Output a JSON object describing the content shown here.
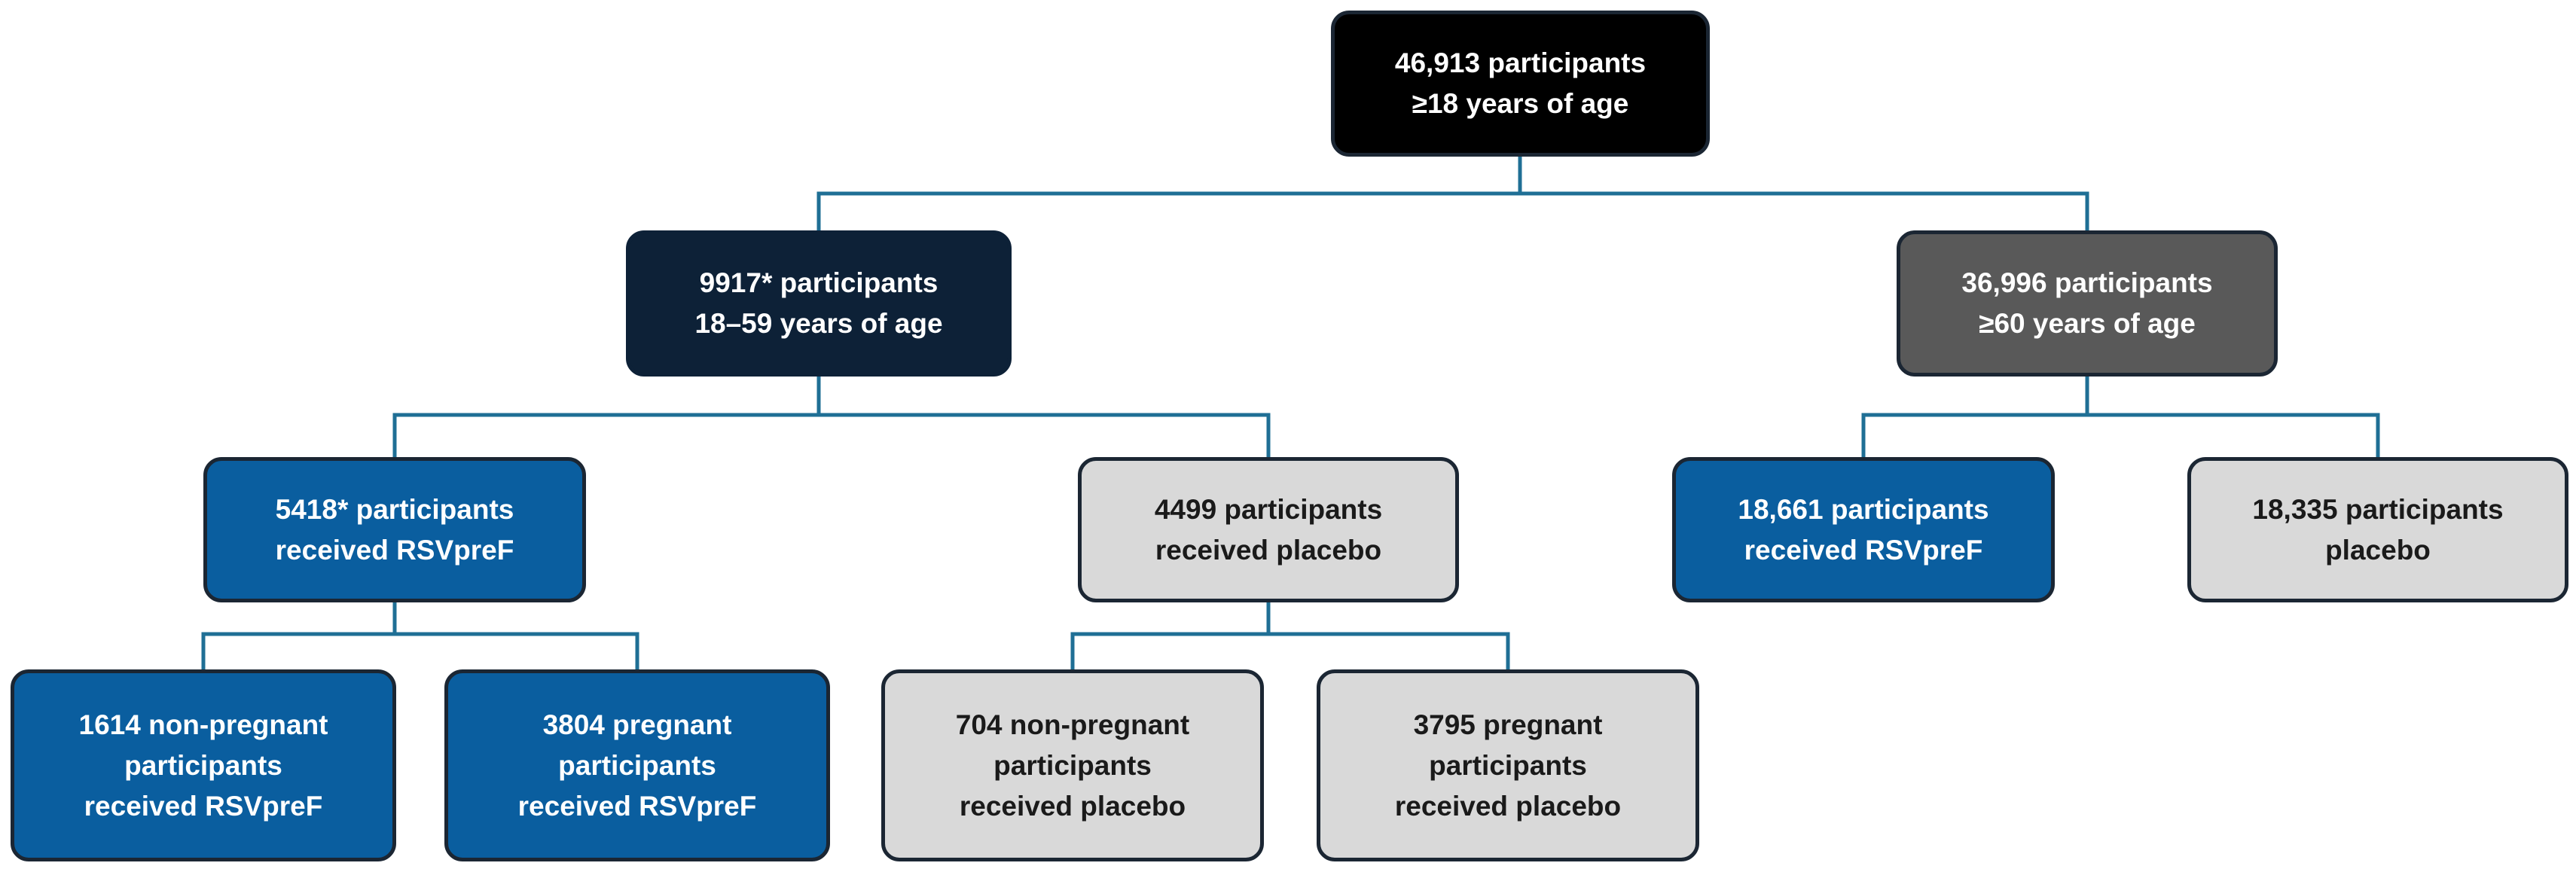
{
  "colors": {
    "connector": "#1f6f95",
    "black_box": "#000000",
    "navy_box": "#0d2137",
    "gray_box": "#595959",
    "blue_box": "#0a5e9f",
    "light_box": "#d9d9d9"
  },
  "nodes": {
    "root": {
      "lines": [
        "46,913 participants",
        "≥18 years of age"
      ]
    },
    "age_18_59": {
      "lines": [
        "9917* participants",
        "18–59 years of age"
      ]
    },
    "age_60_plus": {
      "lines": [
        "36,996 participants",
        "≥60 years of age"
      ]
    },
    "young_rsvpref": {
      "lines": [
        "5418* participants",
        "received RSVpreF"
      ]
    },
    "young_placebo": {
      "lines": [
        "4499 participants",
        "received placebo"
      ]
    },
    "old_rsvpref": {
      "lines": [
        "18,661 participants",
        "received RSVpreF"
      ]
    },
    "old_placebo": {
      "lines": [
        "18,335 participants",
        "placebo"
      ]
    },
    "nonpregnant_rsvpref": {
      "lines": [
        "1614 non-pregnant",
        "participants",
        "received RSVpreF"
      ]
    },
    "pregnant_rsvpref": {
      "lines": [
        "3804 pregnant",
        "participants",
        "received RSVpreF"
      ]
    },
    "nonpregnant_placebo": {
      "lines": [
        "704 non-pregnant",
        "participants",
        "received placebo"
      ]
    },
    "pregnant_placebo": {
      "lines": [
        "3795 pregnant",
        "participants",
        "received placebo"
      ]
    }
  }
}
